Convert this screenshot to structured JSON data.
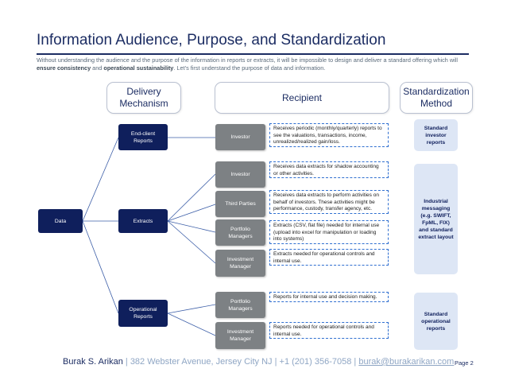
{
  "title": "Information Audience, Purpose, and Standardization",
  "subtitle": {
    "part1": "Without understanding the audience and the purpose of the information in reports or extracts, it will be impossible to design and deliver a standard offering which will ",
    "bold1": "ensure consistency",
    "part2": " and ",
    "bold2": "operational sustainability",
    "part3": ". Let’s first understand the purpose of data and information."
  },
  "headers": {
    "delivery": "Delivery Mechanism",
    "recipient": "Recipient",
    "standardization": "Standardization Method"
  },
  "nodes": {
    "data": "Data",
    "end_client_reports": "End-client Reports",
    "extracts": "Extracts",
    "operational_reports": "Operational Reports"
  },
  "recipients": {
    "investor_1": "Investor",
    "investor_2": "Investor",
    "third_parties": "Third Parties",
    "portfolio_managers_1": "Portfolio Managers",
    "investment_manager_1": "Investment Manager",
    "portfolio_managers_2": "Portfolio Managers",
    "investment_manager_2": "Investment Manager"
  },
  "descriptions": {
    "d1": "Receives periodic (monthly/quarterly) reports to see the valuations, transactions, income, unrealized/realized gain/loss.",
    "d2": "Receives data extracts for shadow accounting or other activities.",
    "d3": "Receives data extracts to perform activities on behalf of investors. These activities might be performance, custody, transfer agency, etc.",
    "d4": "Extracts (CSV, flat file) needed for internal use (upload into excel for manipulation or loading into systems)",
    "d5": "Extracts needed for operational controls and internal use.",
    "d6": "Reports for internal use and decision making.",
    "d7": "Reports needed for operational controls and internal use."
  },
  "standards": {
    "s1": "Standard investor reports",
    "s2": "Industrial messaging (e.g. SWIFT, FpML, FIX) and standard extract layout",
    "s3": "Standard operational reports"
  },
  "footer": {
    "name": "Burak S. Arikan",
    "sep1": " | ",
    "address": "382 Webster Avenue, Jersey City NJ",
    "sep2": " | ",
    "phone": "+1 (201) 356-7058",
    "sep3": " | ",
    "email": "burak@burakarikan.com",
    "page": "Page 2"
  },
  "colors": {
    "navy": "#0f1f5c",
    "gray_node": "#7d8184",
    "connector": "#3d5fa8",
    "dashed_border": "#2f6fd0",
    "standard_fill": "#dde6f5"
  }
}
